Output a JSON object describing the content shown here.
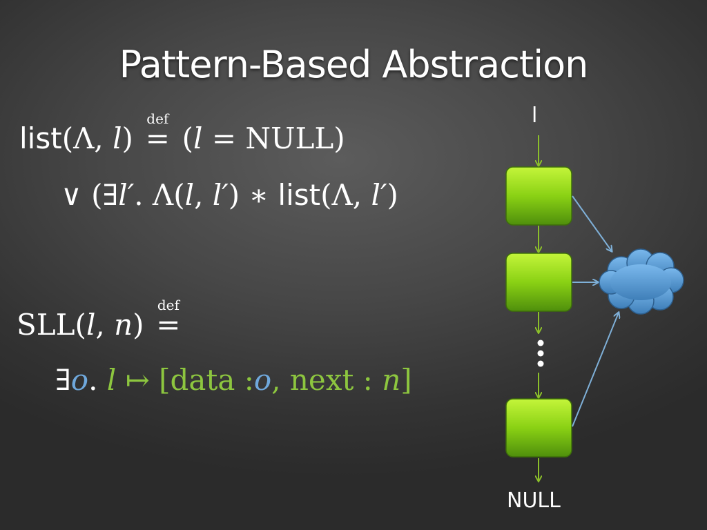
{
  "slide": {
    "title": "Pattern-Based Abstraction"
  },
  "formula_list": {
    "line1": {
      "fn": "list",
      "args": "(Λ, ",
      "arg_var": "l",
      "close": ")",
      "defsym": "=",
      "def": "def",
      "rhs_open": " (",
      "rhs_var": "l",
      "rhs_rest": " = NULL)"
    },
    "line2": {
      "or": "∨ (∃",
      "var1": "l′",
      "dot": ". Λ(",
      "var2": "l",
      "comma": ", ",
      "var3": "l′",
      "star": ") ∗ ",
      "fn": "list",
      "args": "(Λ, ",
      "var4": "l′",
      "close": ")"
    }
  },
  "formula_sll": {
    "line1": {
      "fn": "SLL(",
      "var1": "l",
      "comma": ", ",
      "var2": "n",
      "close": ")",
      "defsym": "=",
      "def": "def"
    },
    "line2": {
      "exists": "∃",
      "var_o": "o",
      "dot": ". ",
      "var_l": "l",
      "mapsto": " ↦ [data :",
      "var_o2": "o",
      "next": ", next : ",
      "var_n": "n",
      "close": "]"
    }
  },
  "diagram": {
    "head_label": "l",
    "tail_label": "NULL",
    "ellipsis": "⋮",
    "colors": {
      "node_top": "#b4f02a",
      "node_bottom": "#4a8a0a",
      "arrow": "#8bbf2a",
      "pointer": "#7fb0d8",
      "cloud": "#5aa0dc"
    }
  }
}
